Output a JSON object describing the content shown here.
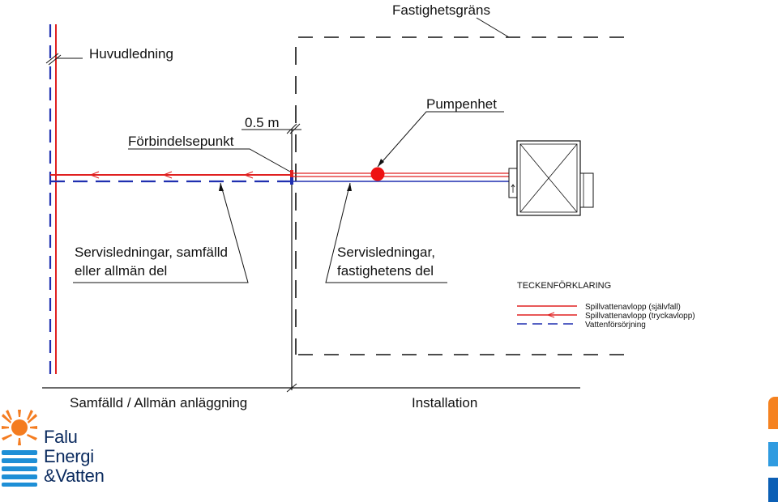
{
  "labels": {
    "property_boundary": "Fastighetsgräns",
    "main_line": "Huvudledning",
    "distance": "0.5 m",
    "connection_point": "Förbindelsepunkt",
    "pump_unit": "Pumpenhet",
    "service_shared_1": "Servisledningar, samfälld",
    "service_shared_2": "eller allmän del",
    "service_property_1": "Servisledningar,",
    "service_property_2": "fastighetens del",
    "zone_public": "Samfälld / Allmän anläggning",
    "zone_installation": "Installation"
  },
  "legend": {
    "title": "TECKENFÖRKLARING",
    "items": [
      {
        "label": "Spillvattenavlopp (självfall)",
        "style": "sewer-gravity"
      },
      {
        "label": "Spillvattenavlopp (tryckavlopp)",
        "style": "sewer-pressure"
      },
      {
        "label": "Vattenförsörjning",
        "style": "water-supply"
      }
    ]
  },
  "logo": {
    "line1": "Falu",
    "line2": "Energi",
    "line3": "&Vatten"
  },
  "colors": {
    "sewer": "#e02020",
    "water": "#1f2fb0",
    "ink": "#111111",
    "pump": "#ee1111",
    "logo_sun": "#f47c20",
    "logo_water": "#1e8fd6",
    "logo_text": "#0a2a5e",
    "corner_orange": "#f58220",
    "corner_blue_light": "#2f9be0",
    "corner_blue_dark": "#0c5fb5"
  },
  "icons": {
    "logo_mark": "sun-over-water-icon",
    "pump": "pump-dot-icon",
    "house": "building-box-icon"
  }
}
